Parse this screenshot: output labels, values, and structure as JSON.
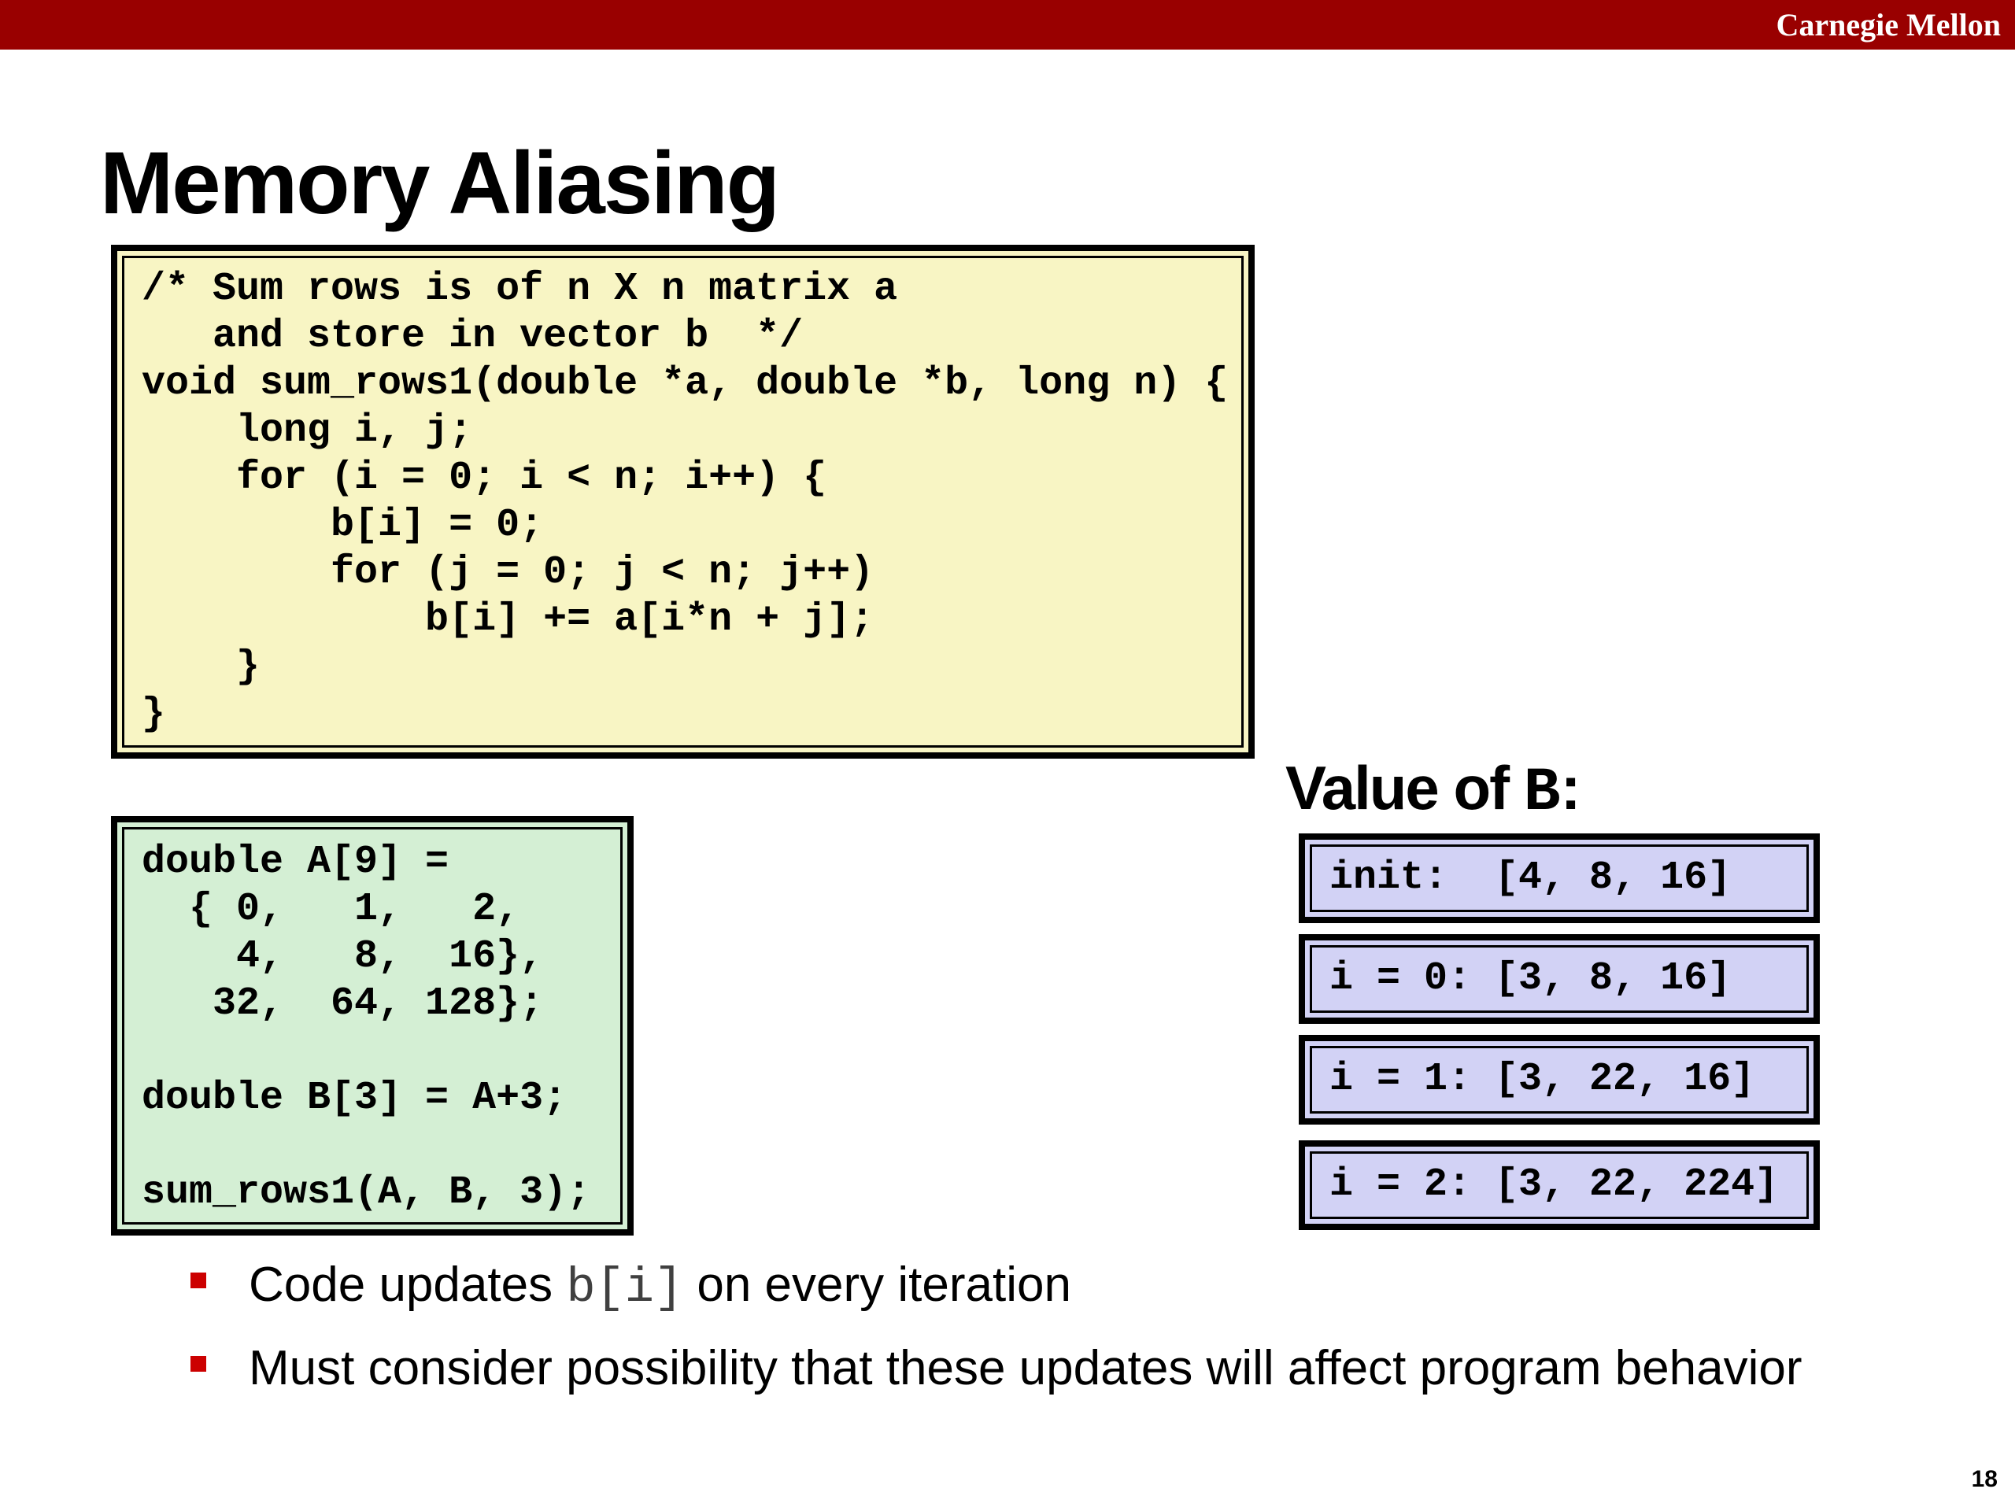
{
  "header": {
    "organization": "Carnegie Mellon",
    "bar_color": "#990000"
  },
  "title": "Memory Aliasing",
  "main_code": {
    "lines": [
      "/* Sum rows is of n X n matrix a",
      "   and store in vector b  */",
      "void sum_rows1(double *a, double *b, long n) {",
      "    long i, j;",
      "    for (i = 0; i < n; i++) {",
      "        b[i] = 0;",
      "        for (j = 0; j < n; j++)",
      "            b[i] += a[i*n + j];",
      "    }",
      "}"
    ],
    "background": "#f8f5c4"
  },
  "decl_code": {
    "lines": [
      "double A[9] =",
      "  { 0,   1,   2,",
      "    4,   8,  16},",
      "   32,  64, 128};",
      "",
      "double B[3] = A+3;",
      "",
      "sum_rows1(A, B, 3);"
    ],
    "background": "#d4efd4"
  },
  "value_panel": {
    "label": "Value of ",
    "var_name": "B",
    "suffix": ":",
    "background": "#d2d2f5",
    "states": [
      "init:  [4, 8, 16]",
      "i = 0: [3, 8, 16]",
      "i = 1: [3, 22, 16]",
      "i = 2: [3, 22, 224]"
    ]
  },
  "bullets": [
    {
      "before": "Code updates ",
      "code": "b[i]",
      "after": " on every iteration"
    },
    {
      "text": "Must consider possibility that these updates will affect program behavior"
    }
  ],
  "bullet_color": "#cc0000",
  "page_number": "18"
}
